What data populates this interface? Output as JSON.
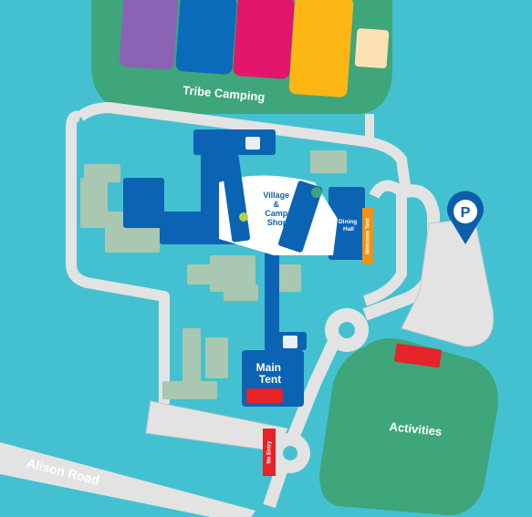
{
  "map": {
    "colors": {
      "background": "#43c1d1",
      "road": "#e3e3e3",
      "road_stroke": "#c8c8c8",
      "green_area": "#3fa57a",
      "building_blue": "#0b63b3",
      "building_gray": "#aac7b2",
      "accent_red": "#e52328",
      "accent_orange": "#f29111",
      "purple": "#8a63b5",
      "blue": "#0a6bb8",
      "magenta": "#e4166b",
      "yellow": "#fbb614",
      "cream": "#fbe1b4",
      "pin": "#0d5ea8"
    },
    "labels": {
      "tribe_camping": "Tribe Camping",
      "village_1": "Village",
      "village_2": "&",
      "village_3": "Camp",
      "village_4": "Shop",
      "dining_1": "Dining",
      "dining_2": "Hall",
      "welcome_tent": "Welcome Tent",
      "main_tent_1": "Main",
      "main_tent_2": "Tent",
      "activities": "Activities",
      "alison_road": "Alison Road",
      "no_entry": "No Entry",
      "parking": "P"
    },
    "icons": [
      "toilets-icon",
      "first-aid-icon",
      "water-refill-icon",
      "shower-icon",
      "parking-pin-icon",
      "sign-icon"
    ]
  }
}
